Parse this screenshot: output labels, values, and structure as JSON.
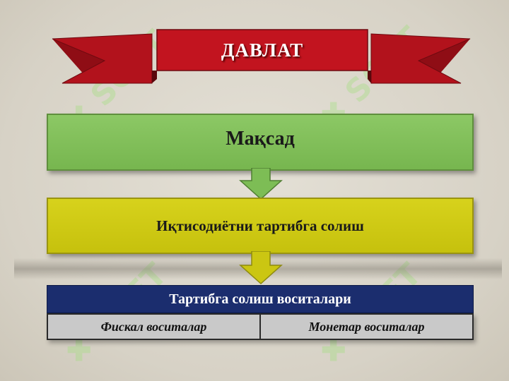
{
  "banner": {
    "title": "ДАВЛАТ"
  },
  "goal": {
    "label": "Мақсад"
  },
  "regulation": {
    "label": "Иқтисодиётни тартибга солиш"
  },
  "tools": {
    "header": "Тартибга солиш воситалари",
    "items": [
      "Фискал воситалар",
      "Монетар воситалар"
    ]
  },
  "colors": {
    "ribbon": "#b2121c",
    "goal": "#7dbd55",
    "regulation": "#cbc612",
    "tools_header": "#1b2d6e",
    "tools_cells": "#c9c9c9"
  }
}
